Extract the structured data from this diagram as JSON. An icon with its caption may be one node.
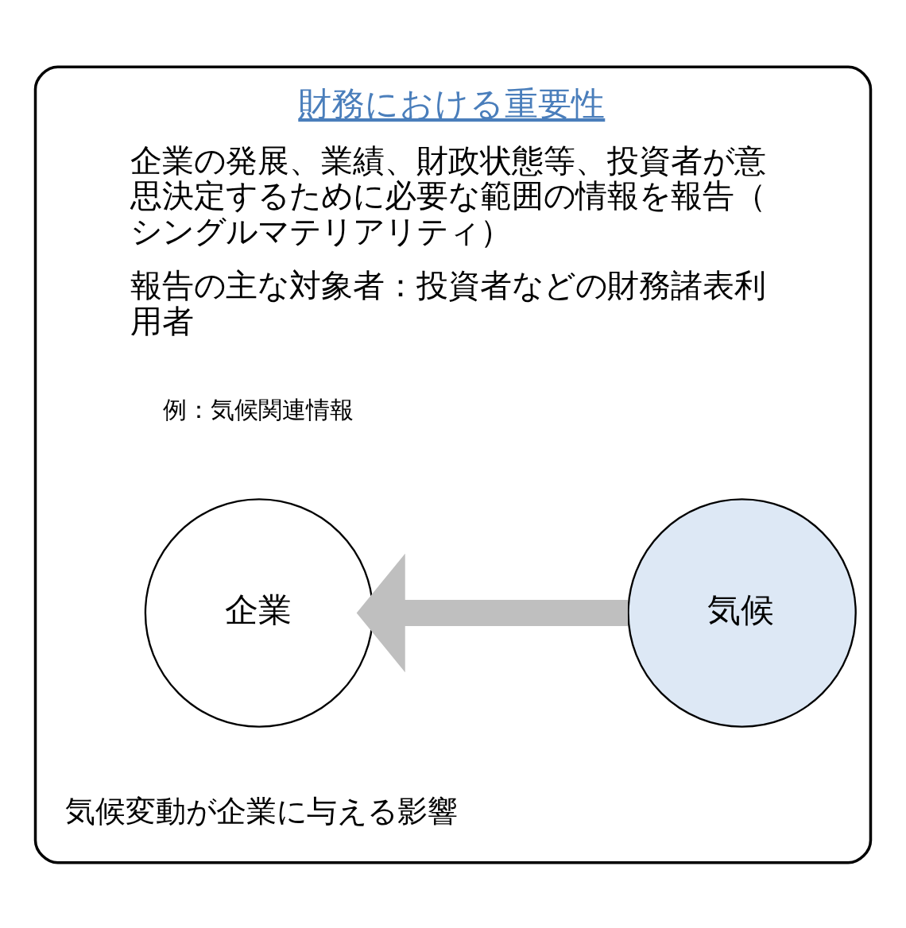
{
  "diagram": {
    "nodes": [
      {
        "text": [
          "財務における重要性",
          "企業の発展、業績、財政状態等、投資者が意思決定するために必要な範囲の情報を報告（シングルマテリアリティ）",
          "報告の主な対象者：投資者などの財務諸表利用者"
        ]
      },
      {
        "text": [
          "企業"
        ],
        "in": 0
      },
      {
        "text": [
          "気候"
        ],
        "in": 0
      }
    ],
    "edges": [
      {
        "from": 2,
        "to": 1,
        "arrow": "to"
      }
    ],
    "labels": [
      "例：気候関連情報",
      "気候変動が企業に与える影響"
    ]
  }
}
